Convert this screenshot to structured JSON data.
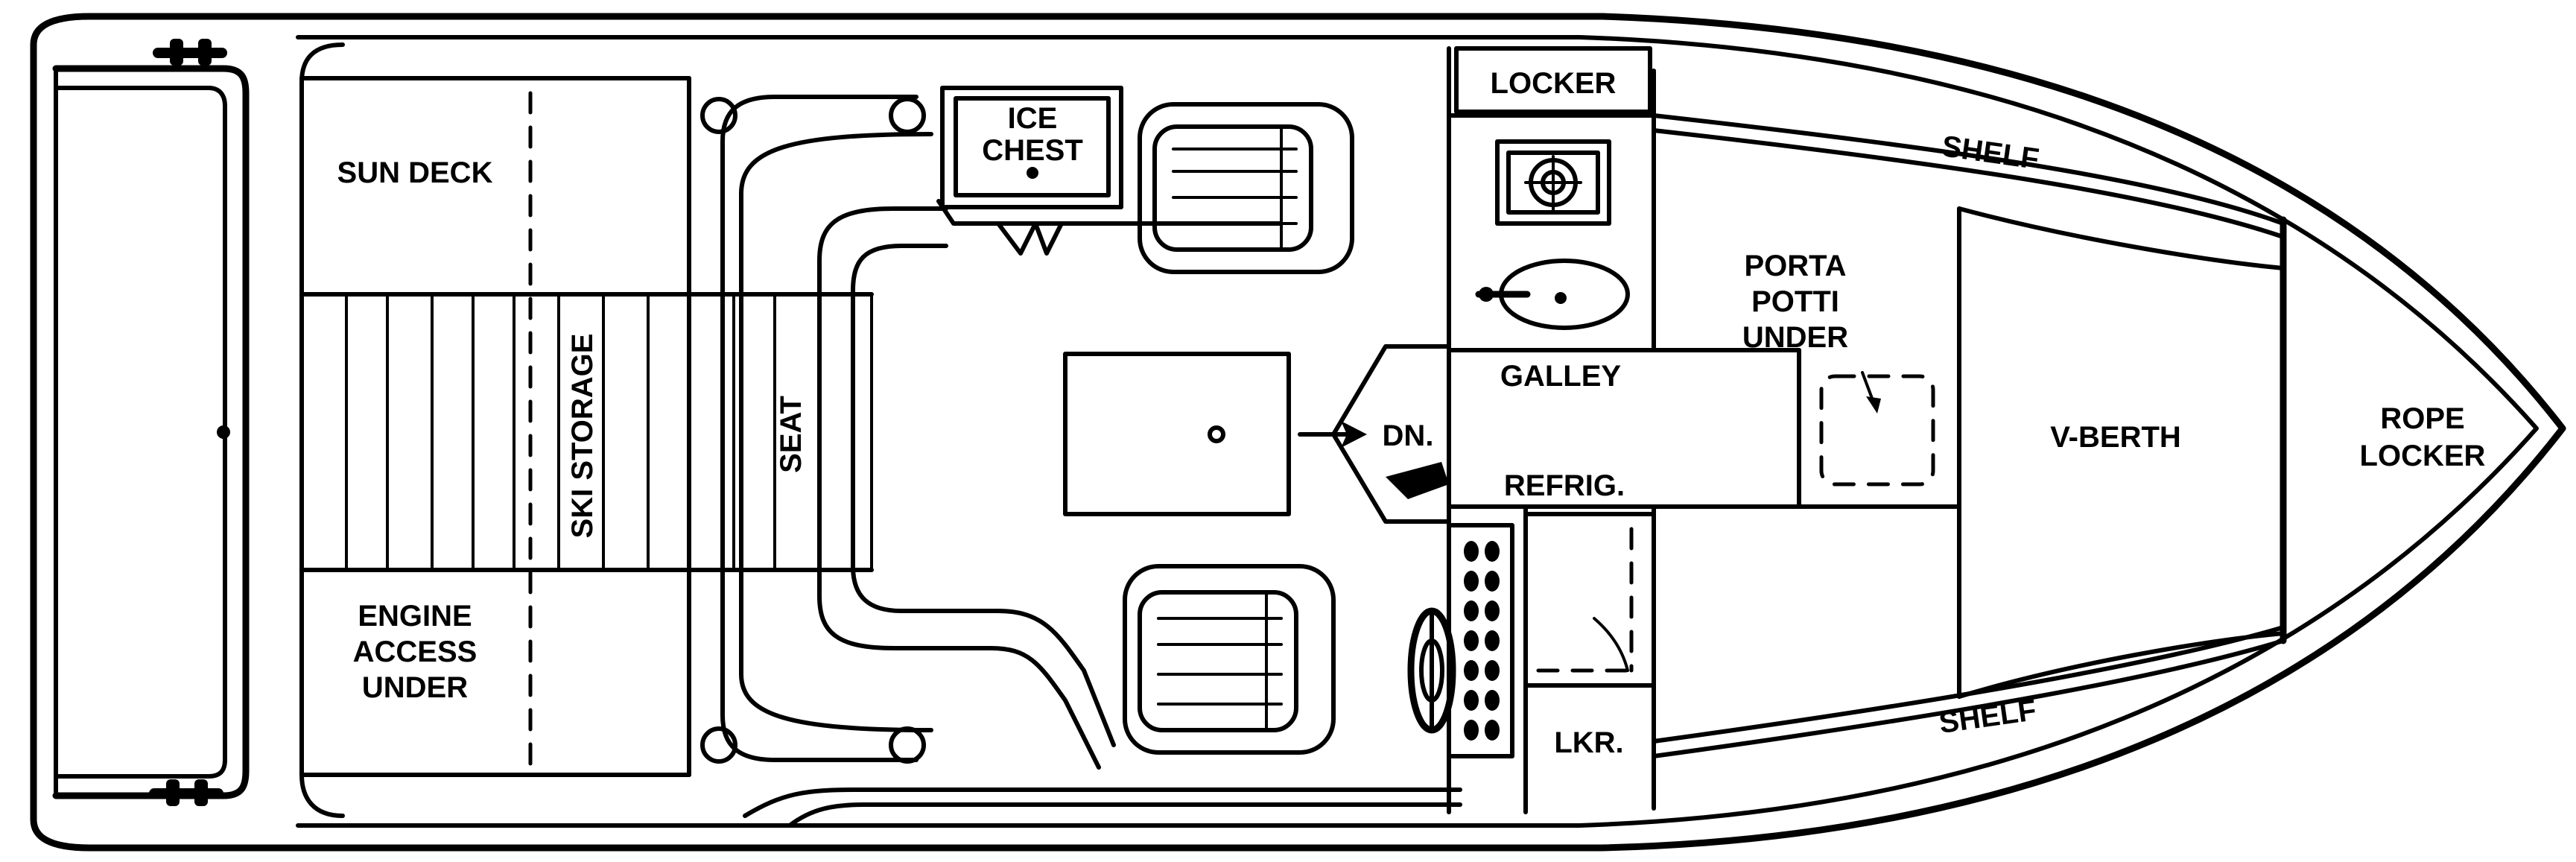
{
  "labels": {
    "sun_deck": "SUN DECK",
    "engine_access": [
      "ENGINE",
      "ACCESS",
      "UNDER"
    ],
    "ski_storage": "SKI STORAGE",
    "seat": "SEAT",
    "ice_chest": [
      "ICE",
      "CHEST"
    ],
    "locker": "LOCKER",
    "shelf_top": "SHELF",
    "shelf_bottom": "SHELF",
    "porta_potti": [
      "PORTA",
      "POTTI",
      "UNDER"
    ],
    "galley": "GALLEY",
    "refrig": "REFRIG.",
    "dn": "DN.",
    "lkr": "LKR.",
    "v_berth": "V-BERTH",
    "rope_locker": [
      "ROPE",
      "LOCKER"
    ]
  }
}
